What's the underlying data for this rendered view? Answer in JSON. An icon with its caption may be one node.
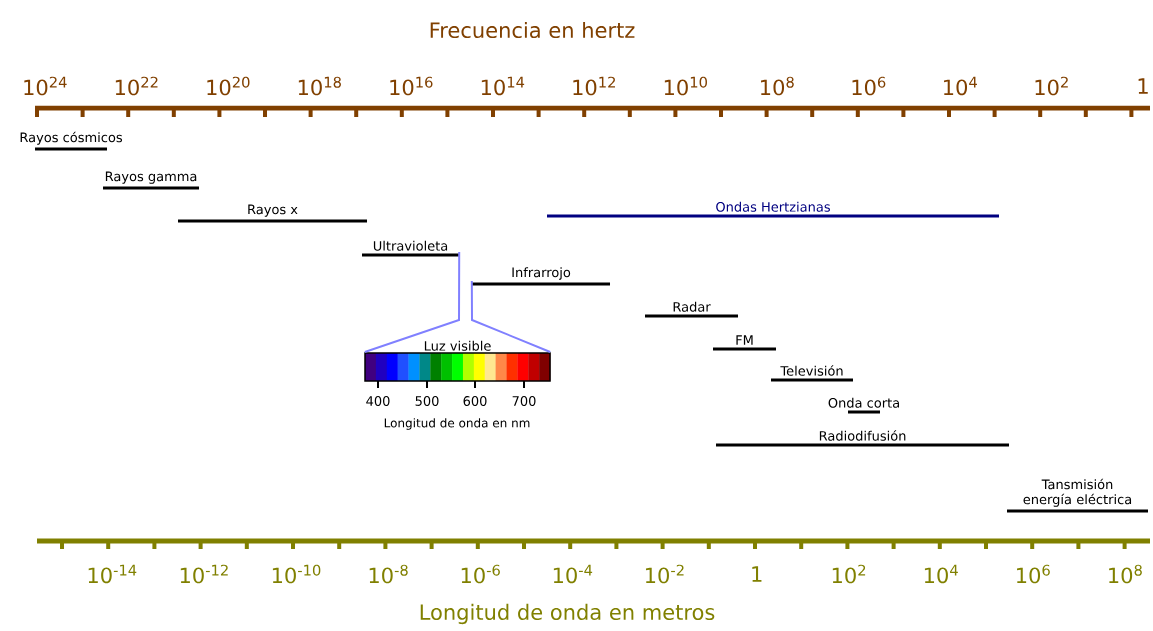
{
  "diagram": {
    "title": "Frecuencia en hertz",
    "nodes": [
      {
        "text": [
          "Rayos cósmicos"
        ]
      },
      {
        "text": [
          "Rayos gamma"
        ]
      },
      {
        "text": [
          "Rayos x"
        ]
      },
      {
        "text": [
          "Ondas Hertzianas"
        ]
      },
      {
        "text": [
          "Ultravioleta"
        ]
      },
      {
        "text": [
          "Infrarrojo"
        ]
      },
      {
        "text": [
          "Radar"
        ]
      },
      {
        "text": [
          "FM"
        ]
      },
      {
        "text": [
          "Televisión"
        ]
      },
      {
        "text": [
          "Onda corta"
        ]
      },
      {
        "text": [
          "Radiodifusión"
        ]
      },
      {
        "text": [
          "Tansmisión energía eléctrica"
        ]
      },
      {
        "text": [
          "Luz visible"
        ]
      }
    ],
    "edges": [
      {
        "from": 4,
        "to": 12,
        "arrow": "none"
      },
      {
        "from": 5,
        "to": 12,
        "arrow": "none"
      }
    ],
    "labels": [
      "10$^{24}$",
      "10$^{22}$",
      "10$^{20}$",
      "10$^{18}$",
      "10$^{16}$",
      "10$^{14}$",
      "10$^{12}$",
      "10$^{10}$",
      "10$^{8}$",
      "10$^{6}$",
      "10$^{4}$",
      "10$^{2}$",
      "1",
      "10$^{-14}$",
      "10$^{-12}$",
      "10$^{-10}$",
      "10$^{-8}$",
      "10$^{-6}$",
      "10$^{-4}$",
      "10$^{-2}$",
      "1",
      "10$^{2}$",
      "10$^{4}$",
      "10$^{6}$",
      "10$^{8}$",
      "400",
      "500",
      "600",
      "700",
      "Longitud de onda en nm",
      "Longitud de onda en metros"
    ]
  }
}
